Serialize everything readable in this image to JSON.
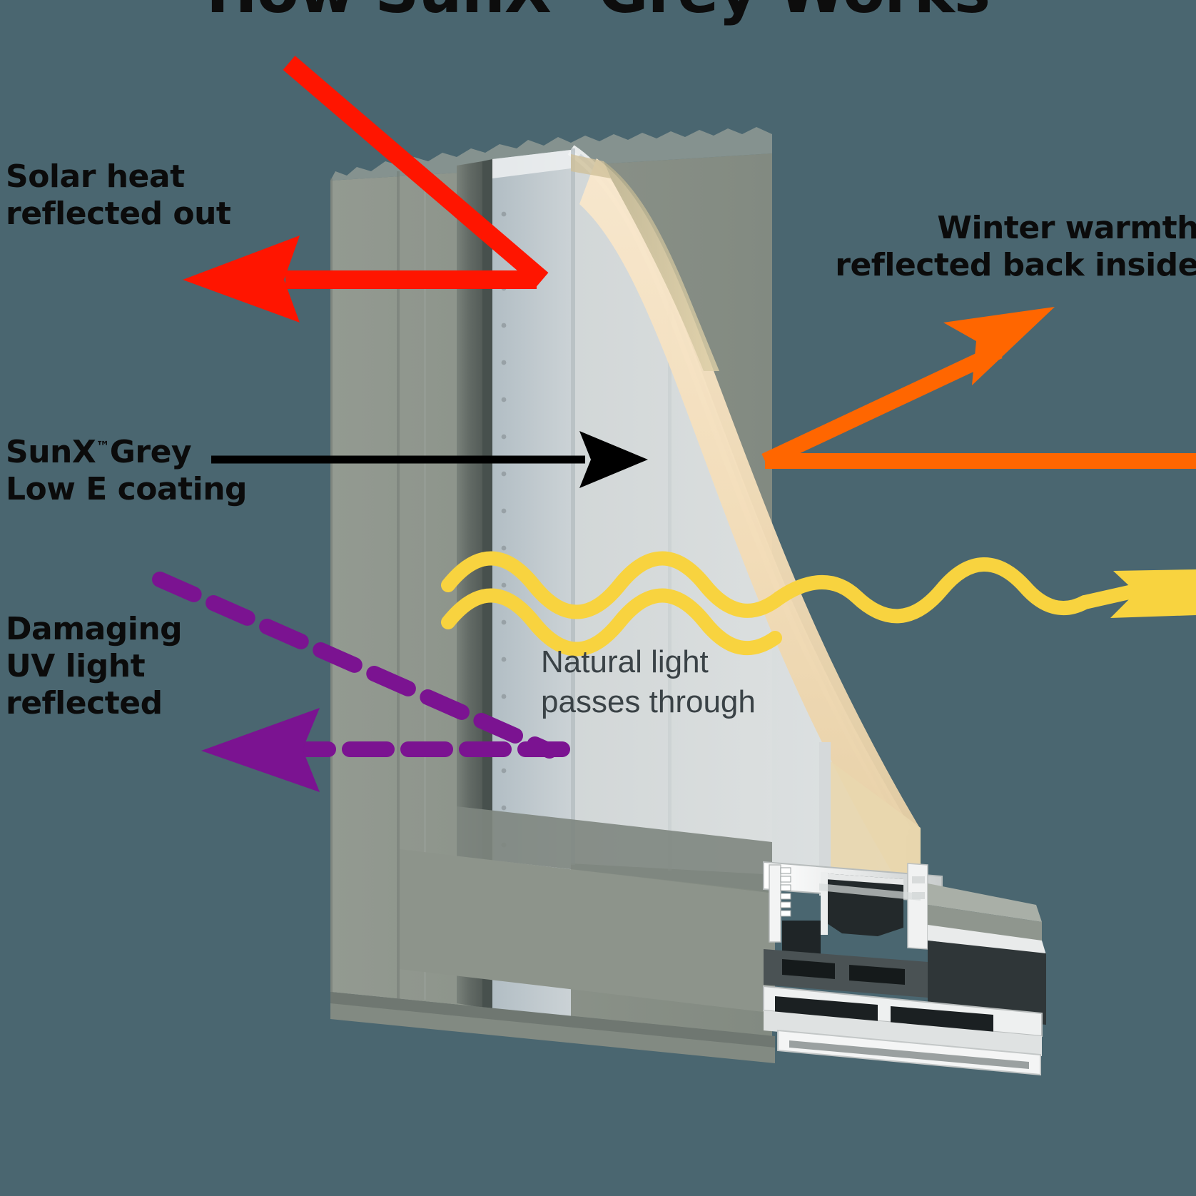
{
  "page": {
    "background_color": "#4a6670",
    "title": "How SunX",
    "title_tm": "™",
    "title_rest": " Grey Works"
  },
  "callouts": [
    {
      "id": "solar-heat",
      "line1": "Solar heat",
      "line2": "reflected out",
      "arrow_color": "#ff1500",
      "arrow_style": "solid",
      "side": "left"
    },
    {
      "id": "sunx-grey-coating",
      "line1_a": "SunX",
      "line1_tm": "™",
      "line1_b": "Grey",
      "line2": "Low E coating",
      "arrow_color": "#000000",
      "arrow_style": "solid",
      "side": "left"
    },
    {
      "id": "damaging-uv",
      "line1": "Damaging",
      "line2": "UV light",
      "line3": "reflected",
      "arrow_color": "#7b1391",
      "arrow_style": "dashed",
      "side": "left"
    },
    {
      "id": "winter-warmth",
      "line1": "Winter warmth",
      "line2": "reflected back inside",
      "arrow_color": "#ff6600",
      "arrow_style": "solid",
      "side": "right"
    }
  ],
  "glass_label": {
    "line1": "Natural light",
    "line2": "passes through",
    "text_color": "#3a4246"
  },
  "light_wave": {
    "color": "#f8d33f",
    "description": "yellow sine waves passing through glass"
  },
  "colors": {
    "background": "#4a6670",
    "frame_grey": "#8a9189",
    "frame_grey_dark": "#6d7570",
    "frame_grey_light": "#9aa199",
    "glass_blue": "#b9c4ca",
    "glass_light": "#dfe3e4",
    "interior_cream": "#f6e3c2",
    "interior_tan": "#d9c79c",
    "aluminium_white": "#f2f3f3",
    "cavity_dark": "#2e3436",
    "spacer_dark": "#6a6f6a",
    "red": "#ff1500",
    "orange": "#ff6600",
    "purple": "#7b1391",
    "yellow": "#f8d33f",
    "black": "#000000"
  }
}
